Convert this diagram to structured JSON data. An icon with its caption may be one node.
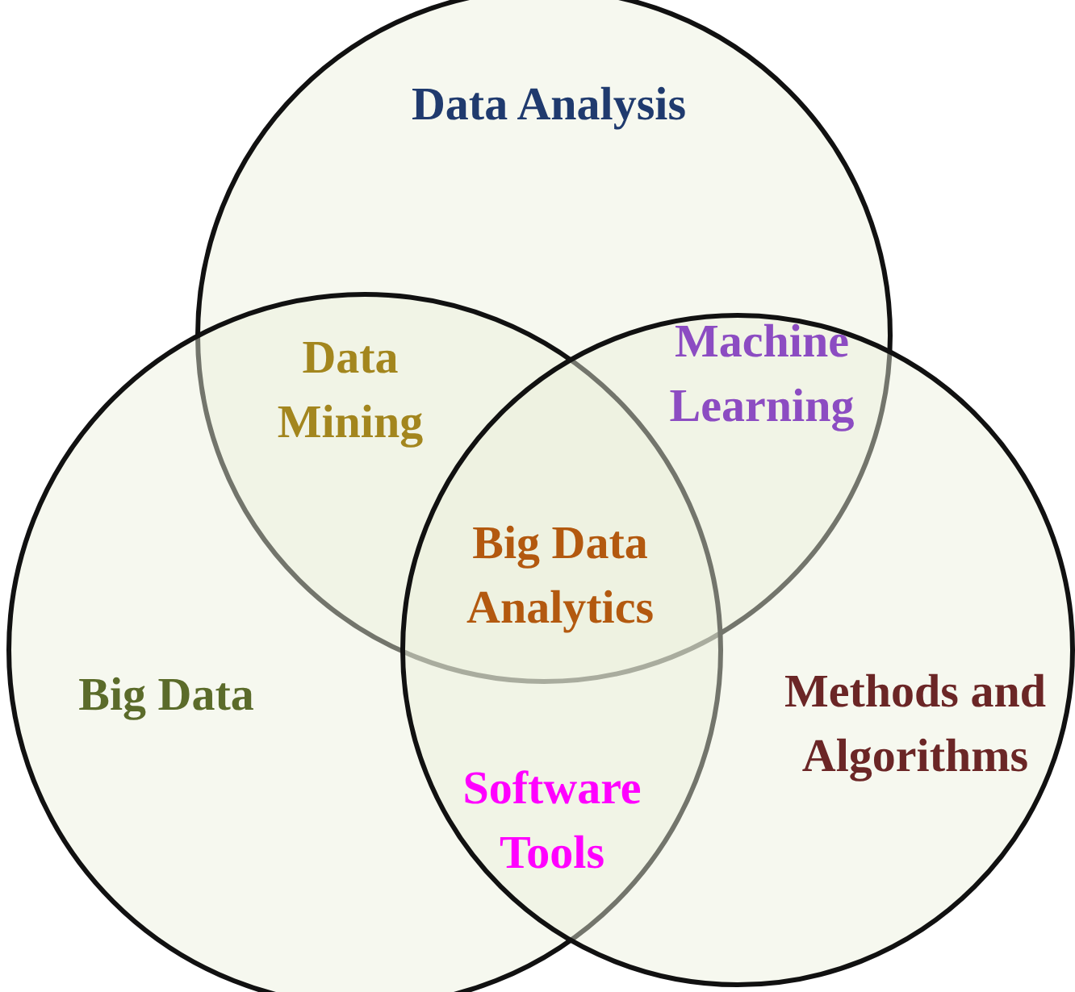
{
  "diagram": {
    "nodes": [
      {
        "text": [
          "Data Analysis"
        ]
      },
      {
        "text": [
          "Big Data"
        ]
      },
      {
        "text": [
          "Methods and Algorithms"
        ]
      }
    ],
    "labels": [
      "Data Mining",
      "Machine Learning",
      "Big Data Analytics",
      "Software Tools"
    ]
  }
}
